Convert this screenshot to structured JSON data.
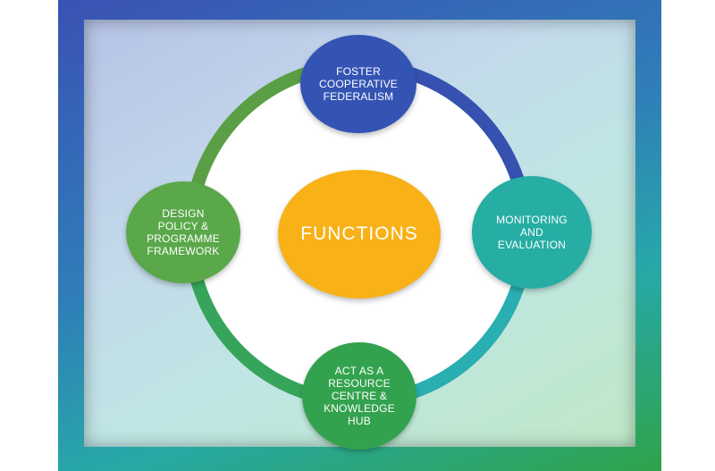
{
  "center": {
    "label": "FUNCTIONS"
  },
  "nodes": {
    "top": "FOSTER\nCOOPERATIVE\nFEDERALISM",
    "right": "MONITORING\nAND\nEVALUATION",
    "bottom": "ACT AS A\nRESOURCE\nCENTRE &\nKNOWLEDGE\nHUB",
    "left": "DESIGN\nPOLICY &\nPROGRAMME\nFRAMEWORK"
  },
  "colors": {
    "top": "#3454b4",
    "right": "#26ada4",
    "bottom": "#33a24e",
    "left": "#5aa84a",
    "center": "#f8b116",
    "ring_top_right": "#3651b0",
    "ring_right_bottom": "#29aeb1",
    "ring_bottom_left": "#36a45a",
    "ring_left_top": "#5a9f45"
  }
}
